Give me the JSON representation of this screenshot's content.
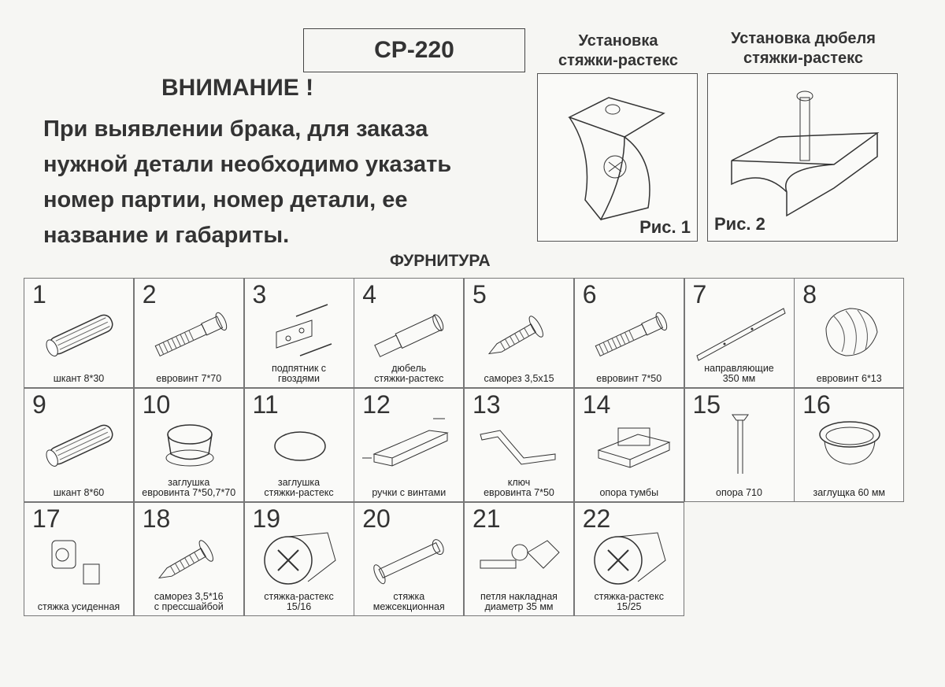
{
  "code": "СР-220",
  "warning": {
    "title": "ВНИМАНИЕ !",
    "lines": [
      "При выявлении брака, для заказа",
      "нужной детали необходимо указать",
      "номер партии, номер детали, ее",
      "название и габариты."
    ]
  },
  "figures": [
    {
      "title_lines": [
        "Установка",
        "стяжки-растекс"
      ],
      "caption": "Рис. 1"
    },
    {
      "title_lines": [
        "Установка дюбеля",
        "стяжки-растекс"
      ],
      "caption": "Рис. 2"
    }
  ],
  "section_title": "ФУРНИТУРА",
  "items": [
    {
      "num": "1",
      "icon": "dowel-icon",
      "label": [
        "шкант 8*30"
      ]
    },
    {
      "num": "2",
      "icon": "screw-icon",
      "label": [
        "евровинт 7*70"
      ]
    },
    {
      "num": "3",
      "icon": "bracket-nails-icon",
      "label": [
        "подпятник с",
        "гвоздями"
      ]
    },
    {
      "num": "4",
      "icon": "dowel-bolt-icon",
      "label": [
        "дюбель",
        "стяжки-растекс"
      ]
    },
    {
      "num": "5",
      "icon": "self-tapping-screw-icon",
      "label": [
        "саморез 3,5х15"
      ]
    },
    {
      "num": "6",
      "icon": "screw-icon",
      "label": [
        "евровинт 7*50"
      ]
    },
    {
      "num": "7",
      "icon": "rail-icon",
      "label": [
        "направляющие",
        "350 мм"
      ]
    },
    {
      "num": "8",
      "icon": "screw-anchor-icon",
      "label": [
        "евровинт 6*13"
      ]
    },
    {
      "num": "9",
      "icon": "dowel-icon",
      "label": [
        "шкант 8*60"
      ]
    },
    {
      "num": "10",
      "icon": "cap-icon",
      "label": [
        "заглушка",
        "евровинта 7*50,7*70"
      ]
    },
    {
      "num": "11",
      "icon": "disc-cap-icon",
      "label": [
        "заглушка",
        "стяжки-растекс"
      ]
    },
    {
      "num": "12",
      "icon": "handle-icon",
      "label": [
        "ручки с винтами"
      ]
    },
    {
      "num": "13",
      "icon": "hex-key-icon",
      "label": [
        "ключ",
        "евровинта 7*50"
      ]
    },
    {
      "num": "14",
      "icon": "support-icon",
      "label": [
        "опора тумбы"
      ]
    },
    {
      "num": "15",
      "icon": "leg-icon",
      "label": [
        "опора 710"
      ]
    },
    {
      "num": "16",
      "icon": "grommet-icon",
      "label": [
        "заглущка  60 мм"
      ]
    },
    {
      "num": "17",
      "icon": "connector-icon",
      "label": [
        "стяжка усиденная"
      ]
    },
    {
      "num": "18",
      "icon": "self-tapping-screw-icon",
      "label": [
        "саморез 3,5*16",
        "с прессшайбой"
      ]
    },
    {
      "num": "19",
      "icon": "cam-lock-icon",
      "label": [
        "стяжка-растекс",
        "15/16"
      ]
    },
    {
      "num": "20",
      "icon": "bolt-icon",
      "label": [
        "стяжка",
        "межсекционная"
      ]
    },
    {
      "num": "21",
      "icon": "hinge-icon",
      "label": [
        "петля накладная",
        "диаметр 35 мм"
      ]
    },
    {
      "num": "22",
      "icon": "cam-lock-icon",
      "label": [
        "стяжка-растекс",
        "15/25"
      ]
    }
  ]
}
